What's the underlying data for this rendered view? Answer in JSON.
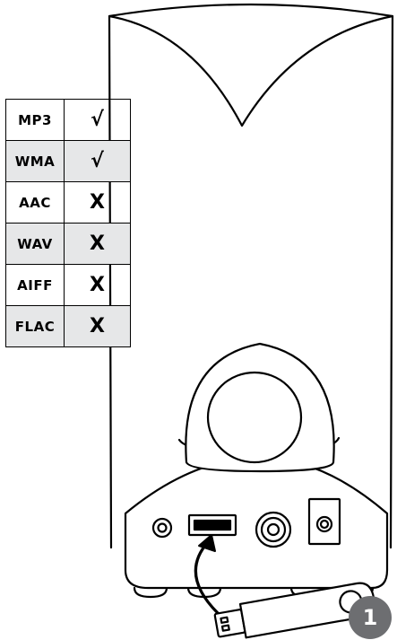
{
  "format_table": {
    "rows": [
      {
        "format": "MP3",
        "support": "√",
        "shaded": false
      },
      {
        "format": "WMA",
        "support": "√",
        "shaded": true
      },
      {
        "format": "AAC",
        "support": "X",
        "shaded": false
      },
      {
        "format": "WAV",
        "support": "X",
        "shaded": true
      },
      {
        "format": "AIFF",
        "support": "X",
        "shaded": false
      },
      {
        "format": "FLAC",
        "support": "X",
        "shaded": true
      }
    ]
  },
  "step_badge": {
    "number": "1"
  },
  "colors": {
    "shade": "#e6e7e8",
    "badge": "#6d6e71",
    "line": "#000000"
  },
  "icons": [
    "speaker-illustration",
    "usb-port-icon",
    "usb-flash-drive-icon",
    "insert-arrow-icon",
    "audio-jack-icon",
    "power-jack-icon"
  ]
}
